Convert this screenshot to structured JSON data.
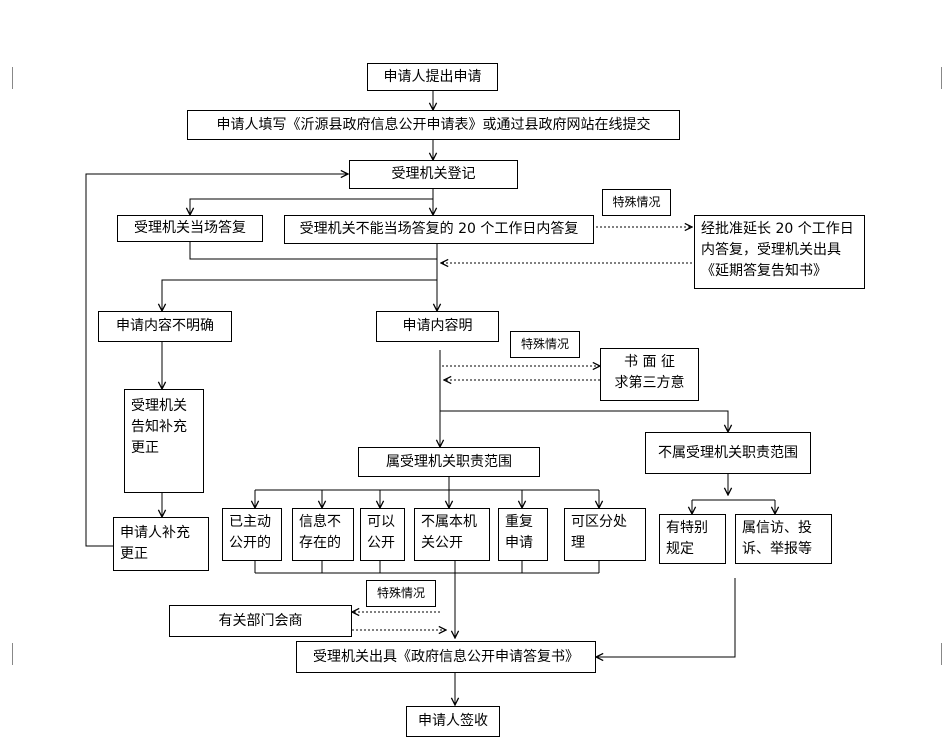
{
  "nodes": {
    "apply": "申请人提出申请",
    "fill": "申请人填写《沂源县政府信息公开申请表》或通过县政府网站在线提交",
    "register": "受理机关登记",
    "reply_onsite": "受理机关当场答复",
    "reply_20days": "受理机关不能当场答复的 20 个工作日内答复",
    "special_1": "特殊情况",
    "extension": "经批准延长 20 个工作日\n内答复，受理机关出具\n《延期答复告知书》",
    "unclear": "申请内容不明确",
    "clear": "申请内容明",
    "special_2": "特殊情况",
    "third_party": "书 面 征\n求第三方意",
    "notify_supplement": "受理机关\n告知补充\n更正",
    "within_scope": "属受理机关职责范围",
    "outside_scope": "不属受理机关职责范围",
    "applicant_supplement": "申请人补充\n更正",
    "public": "已主动\n公开的",
    "not_exist": "信息不\n存在的",
    "can_open": "可以\n公开",
    "not_open": "不属本机\n关公开",
    "duplicate": "重复\n申请",
    "partial": "可区分处\n理",
    "special_rules": "有特别\n规定",
    "petition": "属信访、投\n诉、举报等",
    "special_3": "特殊情况",
    "consult": "有关部门会商",
    "issue_reply": "受理机关出具《政府信息公开申请答复书》",
    "sign": "申请人签收"
  }
}
